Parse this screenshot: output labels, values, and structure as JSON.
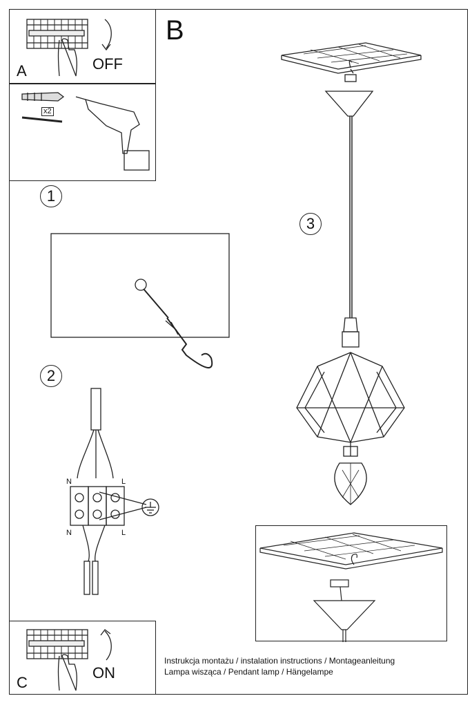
{
  "panels": {
    "a": {
      "label": "A",
      "action": "OFF"
    },
    "b": {
      "label": "B"
    },
    "c": {
      "label": "C",
      "action": "ON"
    }
  },
  "steps": {
    "one": "1",
    "two": "2",
    "three": "3"
  },
  "anchor": {
    "quantity": "x2"
  },
  "terminals": {
    "n_top": "N",
    "l_top": "L",
    "n_bottom": "N",
    "l_bottom": "L"
  },
  "caption": {
    "line1": "Instrukcja montażu / instalation instructions / Montageanleitung",
    "line2": "Lampa wisząca / Pendant lamp / Hängelampe"
  }
}
